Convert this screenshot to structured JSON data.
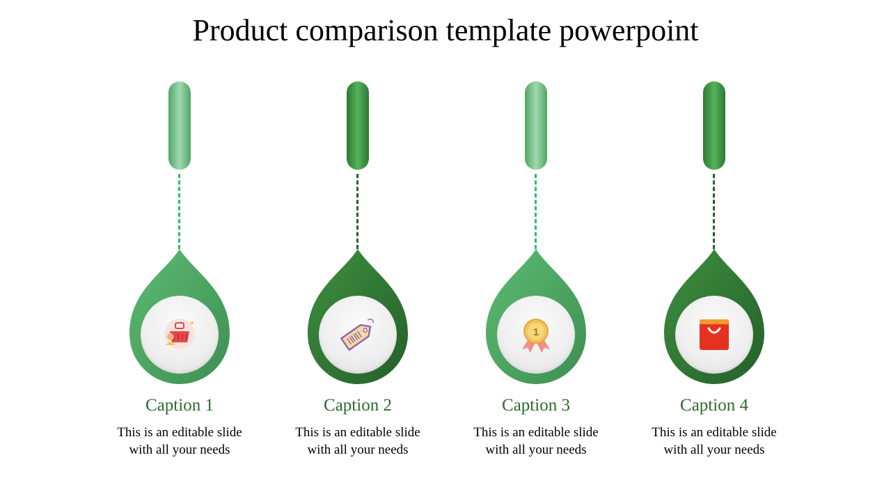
{
  "title": "Product comparison template powerpoint",
  "colors": {
    "light_green": "#4ea865",
    "dark_green": "#2f7a35",
    "caption_green": "#2e6a2f",
    "dash_light": "#2ebd6b",
    "dash_dark": "#2a5e2e"
  },
  "items": [
    {
      "icon": "shopping-basket-person-icon",
      "caption": "Caption 1",
      "line1": "This is an editable slide",
      "line2": "with all your needs",
      "shade": "light"
    },
    {
      "icon": "price-tag-icon",
      "caption": "Caption 2",
      "line1": "This is an editable slide",
      "line2": "with all your needs",
      "shade": "dark"
    },
    {
      "icon": "medal-icon",
      "caption": "Caption 3",
      "line1": "This is an editable slide",
      "line2": "with all your needs",
      "shade": "light"
    },
    {
      "icon": "shopping-bag-icon",
      "caption": "Caption 4",
      "line1": "This is an editable slide",
      "line2": "with all your needs",
      "shade": "dark"
    }
  ]
}
